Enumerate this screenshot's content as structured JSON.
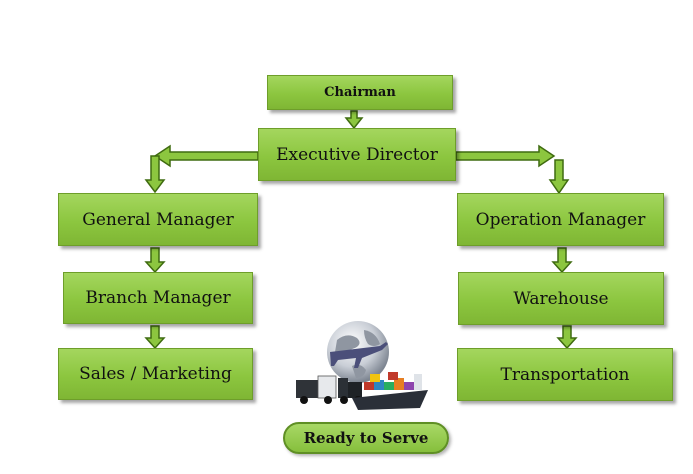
{
  "nodes": {
    "chairman": "Chairman",
    "executive_director": "Executive Director",
    "general_manager": "General Manager",
    "branch_manager": "Branch Manager",
    "sales_marketing": "Sales / Marketing",
    "operation_manager": "Operation Manager",
    "warehouse": "Warehouse",
    "transportation": "Transportation"
  },
  "tagline": "Ready to Serve",
  "colors": {
    "box_fill": "#8cc63f",
    "box_border": "#6e9e2a",
    "arrow_fill": "#8cc63f",
    "arrow_stroke": "#3f6b10"
  },
  "icons": {
    "illustration": "globe-with-logistics-icon"
  }
}
